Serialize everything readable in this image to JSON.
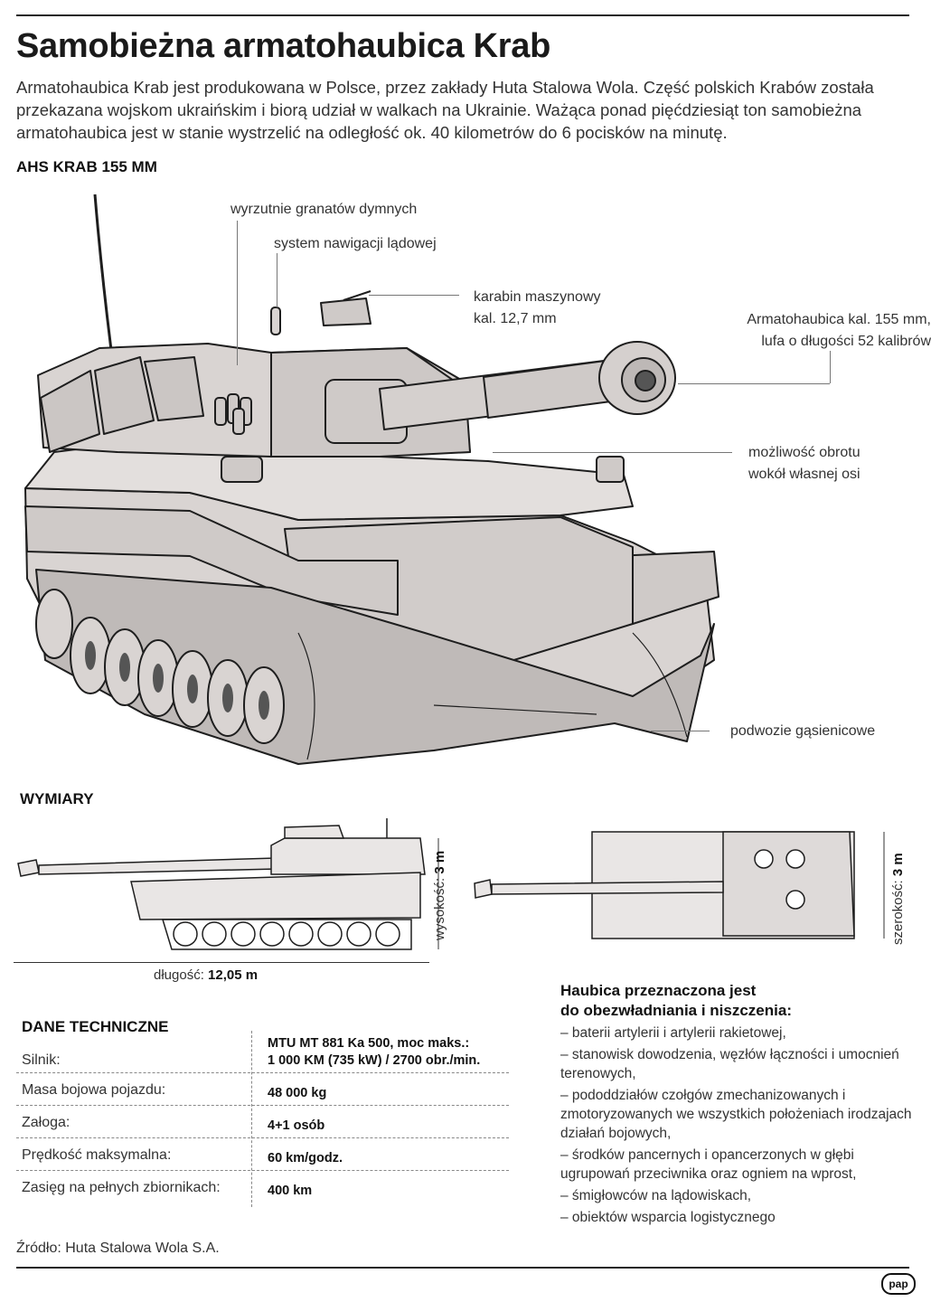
{
  "title": "Samobieżna armatohaubica Krab",
  "lead": "Armatohaubica Krab jest produkowana w Polsce, przez zakłady Huta Stalowa Wola. Część polskich Krabów została przekazana wojskom ukraińskim i biorą udział w walkach na Ukrainie. Ważąca ponad pięćdziesiąt ton samobieżna armatohaubica jest w stanie wystrzelić na odległość ok. 40 kilometrów do 6 pocisków na minutę.",
  "diagram": {
    "heading": "AHS KRAB 155 MM",
    "callouts": {
      "smoke": "wyrzutnie granatów dymnych",
      "nav": "system nawigacji lądowej",
      "mg_1": "karabin maszynowy",
      "mg_2": "kal. 12,7 mm",
      "gun_1": "Armatohaubica kal. 155 mm,",
      "gun_2": "lufa o długości 52 kalibrów",
      "rot_1": "możliwość obrotu",
      "rot_2": "wokół własnej osi",
      "tracks": "podwozie gąsienicowe"
    }
  },
  "dimensions": {
    "heading": "WYMIARY",
    "length_label": "długość:",
    "length_value": "12,05 m",
    "height_label": "wysokość:",
    "height_value": "3 m",
    "width_label": "szerokość:",
    "width_value": "3 m"
  },
  "specs": {
    "heading": "DANE TECHNICZNE",
    "rows": [
      {
        "label": "Silnik:",
        "value_1": "MTU MT 881 Ka 500, moc maks.:",
        "value_2": "1 000 KM (735 kW) / 2700 obr./min."
      },
      {
        "label": "Masa bojowa pojazdu:",
        "value_1": "48 000 kg"
      },
      {
        "label": "Załoga:",
        "value_1": "4+1 osób"
      },
      {
        "label": "Prędkość maksymalna:",
        "value_1": "60 km/godz."
      },
      {
        "label": "Zasięg na pełnych zbiornikach:",
        "value_1": "400 km"
      }
    ]
  },
  "purpose": {
    "title_1": "Haubica przeznaczona jest",
    "title_2": "do obezwładniania i niszczenia:",
    "items": [
      "– baterii artylerii i artylerii rakietowej,",
      "– stanowisk dowodzenia, węzłów łączności i umocnień terenowych,",
      "– pododdziałów czołgów zmechanizowanych i zmotoryzowanych we wszystkich położeniach irodzajach działań bojowych,",
      "– środków pancernych i opancerzonych w głębi ugrupowań przeciwnika oraz ogniem na wprost,",
      "– śmigłowców na lądowiskach,",
      "– obiektów wsparcia logistycznego"
    ]
  },
  "source": "Źródło: Huta Stalowa Wola S.A.",
  "logo": "pap",
  "colors": {
    "hull_fill": "#d9d4d2",
    "hull_stroke": "#1e1e1e"
  }
}
